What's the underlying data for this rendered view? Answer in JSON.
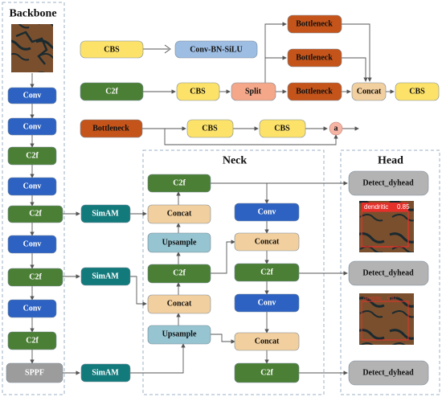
{
  "colors": {
    "conv": "#2d62c2",
    "c2f": "#4b7f35",
    "sppf": "#9c9c9c",
    "simam": "#137a7c",
    "cbs": "#fde26a",
    "cbn": "#9dbde2",
    "split": "#f4a789",
    "bottleneck": "#c4541a",
    "concat": "#f2cf9e",
    "upsample": "#96c4d0",
    "detect": "#b3b3b3",
    "a": "#f6b4a4"
  },
  "sections": {
    "backbone": "Backbone",
    "neck": "Neck",
    "head": "Head"
  },
  "legend": {
    "cbs": "CBS",
    "cbn": "Conv-BN-SiLU",
    "c2f": "C2f",
    "cbs2": "CBS",
    "split": "Split",
    "bottleneck_top": "Bottleneck",
    "bottleneck_mid": "Bottleneck",
    "bottleneck_low": "Bottleneck",
    "concat": "Concat",
    "cbs3": "CBS",
    "bottleneck": "Bottleneck",
    "bcbs1": "CBS",
    "bcbs2": "CBS",
    "a": "a"
  },
  "backbone": {
    "conv1": "Conv",
    "conv2": "Conv",
    "c2f1": "C2f",
    "conv3": "Conv",
    "c2f2": "C2f",
    "conv4": "Conv",
    "c2f3": "C2f",
    "conv5": "Conv",
    "c2f4": "C2f",
    "sppf": "SPPF"
  },
  "simam": {
    "s1": "SimAM",
    "s2": "SimAM",
    "s3": "SimAM"
  },
  "neck": {
    "c2f_a": "C2f",
    "concat_a": "Concat",
    "upsample_a": "Upsample",
    "c2f_b": "C2f",
    "concat_b": "Concat",
    "upsample_b": "Upsample",
    "conv_a": "Conv",
    "concat_c": "Concat",
    "c2f_c": "C2f",
    "conv_b": "Conv",
    "concat_d": "Concat",
    "c2f_d": "C2f"
  },
  "head": {
    "detect1": "Detect_dyhead",
    "detect2": "Detect_dyhead",
    "detect3": "Detect_dyhead",
    "det_label1": "dendritic",
    "det_score1": "0.85",
    "det_label2": "dendritic",
    "det_score2": "0.87"
  }
}
